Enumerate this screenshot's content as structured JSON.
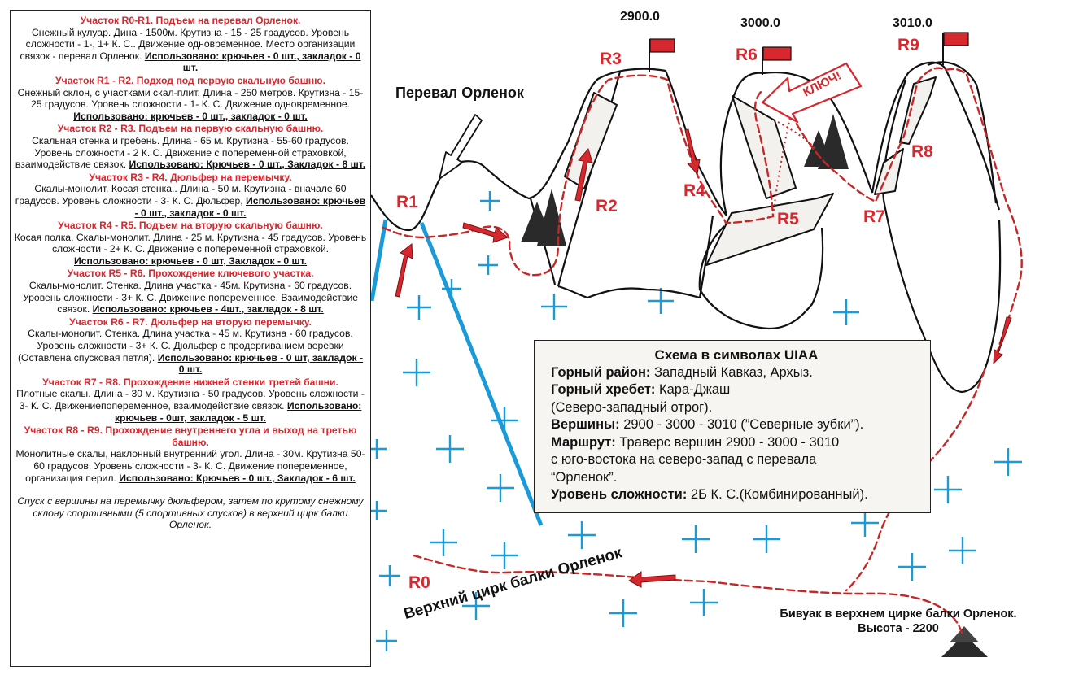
{
  "sections": [
    {
      "title": "Участок R0-R1. Подъем на перевал Орленок.",
      "text": "Снежный кулуар. Дина - 1500м. Крутизна - 15 - 25 градусов. Уровень сложности - 1-, 1+ К. С.. Движение одновременное. Место организации связок - перевал Орленок.",
      "used": "Использовано: крючьев - 0 шт., закладок - 0 шт."
    },
    {
      "title": "Участок R1 - R2. Подход под первую скальную башню.",
      "text": "Снежный склон, с участками скал-плит. Длина - 250 метров. Крутизна - 15-25 градусов. Уровень сложности - 1- К. С. Движение одновременное.",
      "used": "Использовано: крючьев - 0 шт., закладок - 0 шт."
    },
    {
      "title": "Участок R2 - R3. Подъем на первую скальную башню.",
      "text": "Скальная стенка и гребень. Длина - 65 м. Крутизна - 55-60 градусов. Уровень сложности - 2 К. С. Движение с попеременной страховкой, взаимодействие связок.",
      "used": "Использовано: Крючьев - 0 шт., Закладок - 8 шт."
    },
    {
      "title": "Участок R3 - R4. Дюльфер на перемычку.",
      "text": "Скалы-монолит. Косая стенка.. Длина - 50 м. Крутизна - вначале 60 градусов. Уровень сложности - 3- К. С. Дюльфер,",
      "used": "Использовано: крючьев - 0 шт., закладок - 0 шт."
    },
    {
      "title": "Участок R4 - R5. Подъем на вторую скальную башню.",
      "text": "Косая полка. Скалы-монолит. Длина - 25 м. Крутизна - 45 градусов. Уровень сложности - 2+ К. С. Движение с попеременной страховкой.",
      "used": "Использовано: крючьев - 0 шт, Закладок - 0 шт."
    },
    {
      "title": "Участок R5 - R6. Прохождение ключевого участка.",
      "text": "Скалы-монолит. Стенка. Длина участка - 45м. Крутизна - 60 градусов. Уровень сложности - 3+ К. С. Движение попеременное. Взаимодействие связок.",
      "used": "Использовано: крючьев - 4шт., закладок - 8 шт."
    },
    {
      "title": "Участок R6 - R7. Дюльфер на вторую перемычку.",
      "text": "Скалы-монолит. Стенка. Длина участка - 45 м. Крутизна - 60 градусов. Уровень сложности - 3+ К. С. Дюльфер с продергиванием веревки (Оставлена спусковая петля).",
      "used": "Использовано: крючьев - 0 шт, закладок - 0 шт."
    },
    {
      "title": "Участок R7 - R8. Прохождение нижней стенки третей башни.",
      "text": "Плотные скалы. Длина - 30 м. Крутизна - 50 градусов. Уровень сложности - 3- К. С. Движениепопеременное, взаимодействие связок.",
      "used": "Использовано: крючьев - 0шт, закладок - 5 шт."
    },
    {
      "title": "Участок R8 - R9. Прохождение внутреннего угла и выход на третью башню.",
      "text": "Монолитные скалы, наклонный внутренний угол. Длина - 30м. Крутизна 50-60 градусов. Уровень сложности - 3- К. С. Движение попеременное, организация перил.",
      "used": "Использовано: Крючьев - 0 шт., Закладок - 6 шт."
    }
  ],
  "descent_note": "Спуск с вершины на перемычку дюльфером, затем по крутому снежному склону спортивными (5 спортивных спусков) в верхний цирк балки Орленок.",
  "legend": {
    "title": "Схема в символах UIAA",
    "lines": [
      {
        "label": "Горный район:",
        "value": " Западный Кавказ, Архыз."
      },
      {
        "label": "Горный хребет:",
        "value": "  Кара-Джаш"
      },
      {
        "label": "",
        "value": "(Северо-западный отрог)."
      },
      {
        "label": "Вершины:",
        "value": " 2900 - 3000 - 3010 (”Северные зубки”)."
      },
      {
        "label": "Маршрут:",
        "value": " Траверс вершин 2900 - 3000 - 3010"
      },
      {
        "label": "",
        "value": "с юго-востока на северо-запад с перевала"
      },
      {
        "label": "",
        "value": " “Орленок”."
      },
      {
        "label": "Уровень сложности:",
        "value": " 2Б К. С.(Комбинированный)."
      }
    ]
  },
  "map": {
    "pass_label": "Перевал Орленок",
    "cirque_label": "Верхний цирк балки Орленок",
    "bivouac_label": "Бивуак в верхнем цирке балки Орленок.",
    "bivouac_height": "Высота - 2200",
    "key_label": "КЛЮЧ!",
    "summits": [
      "2900.0",
      "3000.0",
      "3010.0"
    ],
    "points": {
      "R0": "R0",
      "R1": "R1",
      "R2": "R2",
      "R3": "R3",
      "R4": "R4",
      "R5": "R5",
      "R6": "R6",
      "R7": "R7",
      "R8": "R8",
      "R9": "R9"
    },
    "colors": {
      "route": "#c62828",
      "ice": "#1a9ad6",
      "rock_outline": "#111111",
      "rock_slab": "#f3f1ee",
      "label_red": "#d7282f"
    }
  }
}
